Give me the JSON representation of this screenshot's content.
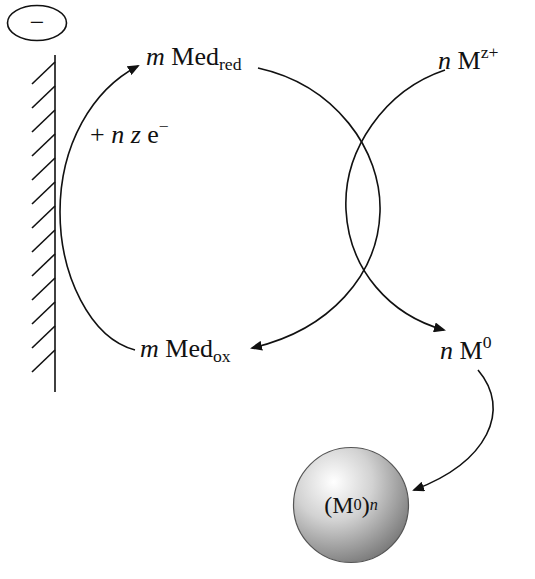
{
  "diagram": {
    "nodes": [
      {
        "text": [
          "−"
        ]
      },
      {
        "text": [
          "(M",
          "0",
          ")",
          "n"
        ]
      }
    ],
    "labels": [
      "m",
      "Med",
      "red",
      "n",
      "M",
      "z+",
      "+",
      "n",
      "z",
      "e",
      "−",
      "m",
      "Med",
      "ox",
      "n",
      "M",
      "0"
    ]
  }
}
